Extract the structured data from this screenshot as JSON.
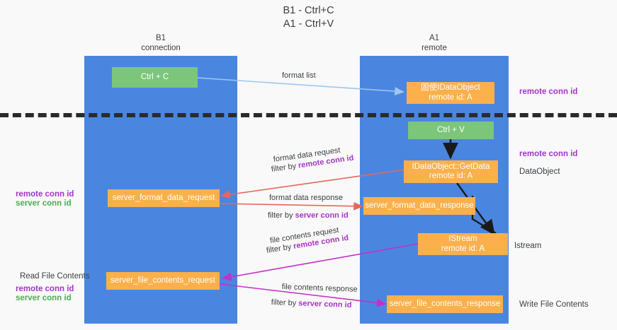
{
  "title": {
    "line1": "B1 - Ctrl+C",
    "line2": "A1 - Ctrl+V"
  },
  "columns": [
    {
      "name": "B1",
      "role": "connection"
    },
    {
      "name": "A1",
      "role": "remote"
    }
  ],
  "nodes": {
    "ctrl_c": "Ctrl + C",
    "ctrl_v": "Ctrl + V",
    "idataobject": "固使IDataObject\nremote id: A",
    "idataobject_getdata": "IDataObject::GetData\nremote id: A",
    "istream": "IStream\nremote id: A",
    "server_format_data_request": "server_format_data_request",
    "server_format_data_response": "server_format_data_response",
    "server_file_contents_request": "server_file_contents_request",
    "server_file_contents_response": "server_file_contents_response"
  },
  "edge_labels": {
    "format_list": "format list",
    "format_data_request": "format data request",
    "format_data_request_filter_prefix": "filter by ",
    "format_data_request_filter_key": "remote conn id",
    "format_data_response": "format data response",
    "format_data_response_filter_prefix": "filter by ",
    "format_data_response_filter_key": "server conn id",
    "file_contents_request": "file contents request",
    "file_contents_request_filter_prefix": "filter by ",
    "file_contents_request_filter_key": "remote conn id",
    "file_contents_response": "file contents response",
    "file_contents_response_filter_prefix": "filter by ",
    "file_contents_response_filter_key": "server conn id"
  },
  "annotations": {
    "right_remote_conn_id_top": "remote conn id",
    "right_remote_conn_id_mid": "remote conn id",
    "right_dataobject": "DataObject",
    "right_istream": "Istream",
    "right_write_file_contents": "Write File Contents",
    "left_remote_conn_id_1": "remote conn id",
    "left_server_conn_id_1": "server conn id",
    "left_read_file_contents": "Read File Contents",
    "left_remote_conn_id_2": "remote conn id",
    "left_server_conn_id_2": "server conn id"
  },
  "colors": {
    "panel_blue": "#4a86e0",
    "node_green": "#7bc67b",
    "node_orange": "#fbb04c",
    "arrow_lightblue": "#9fc7ef",
    "arrow_red": "#e8665a",
    "arrow_magenta": "#c72fc7",
    "arrow_black": "#1a1a1a",
    "key_purple": "#a335c8",
    "key_green": "#4caf50",
    "background": "#f9f9f9",
    "divider_dash": "#2b2b2b"
  }
}
